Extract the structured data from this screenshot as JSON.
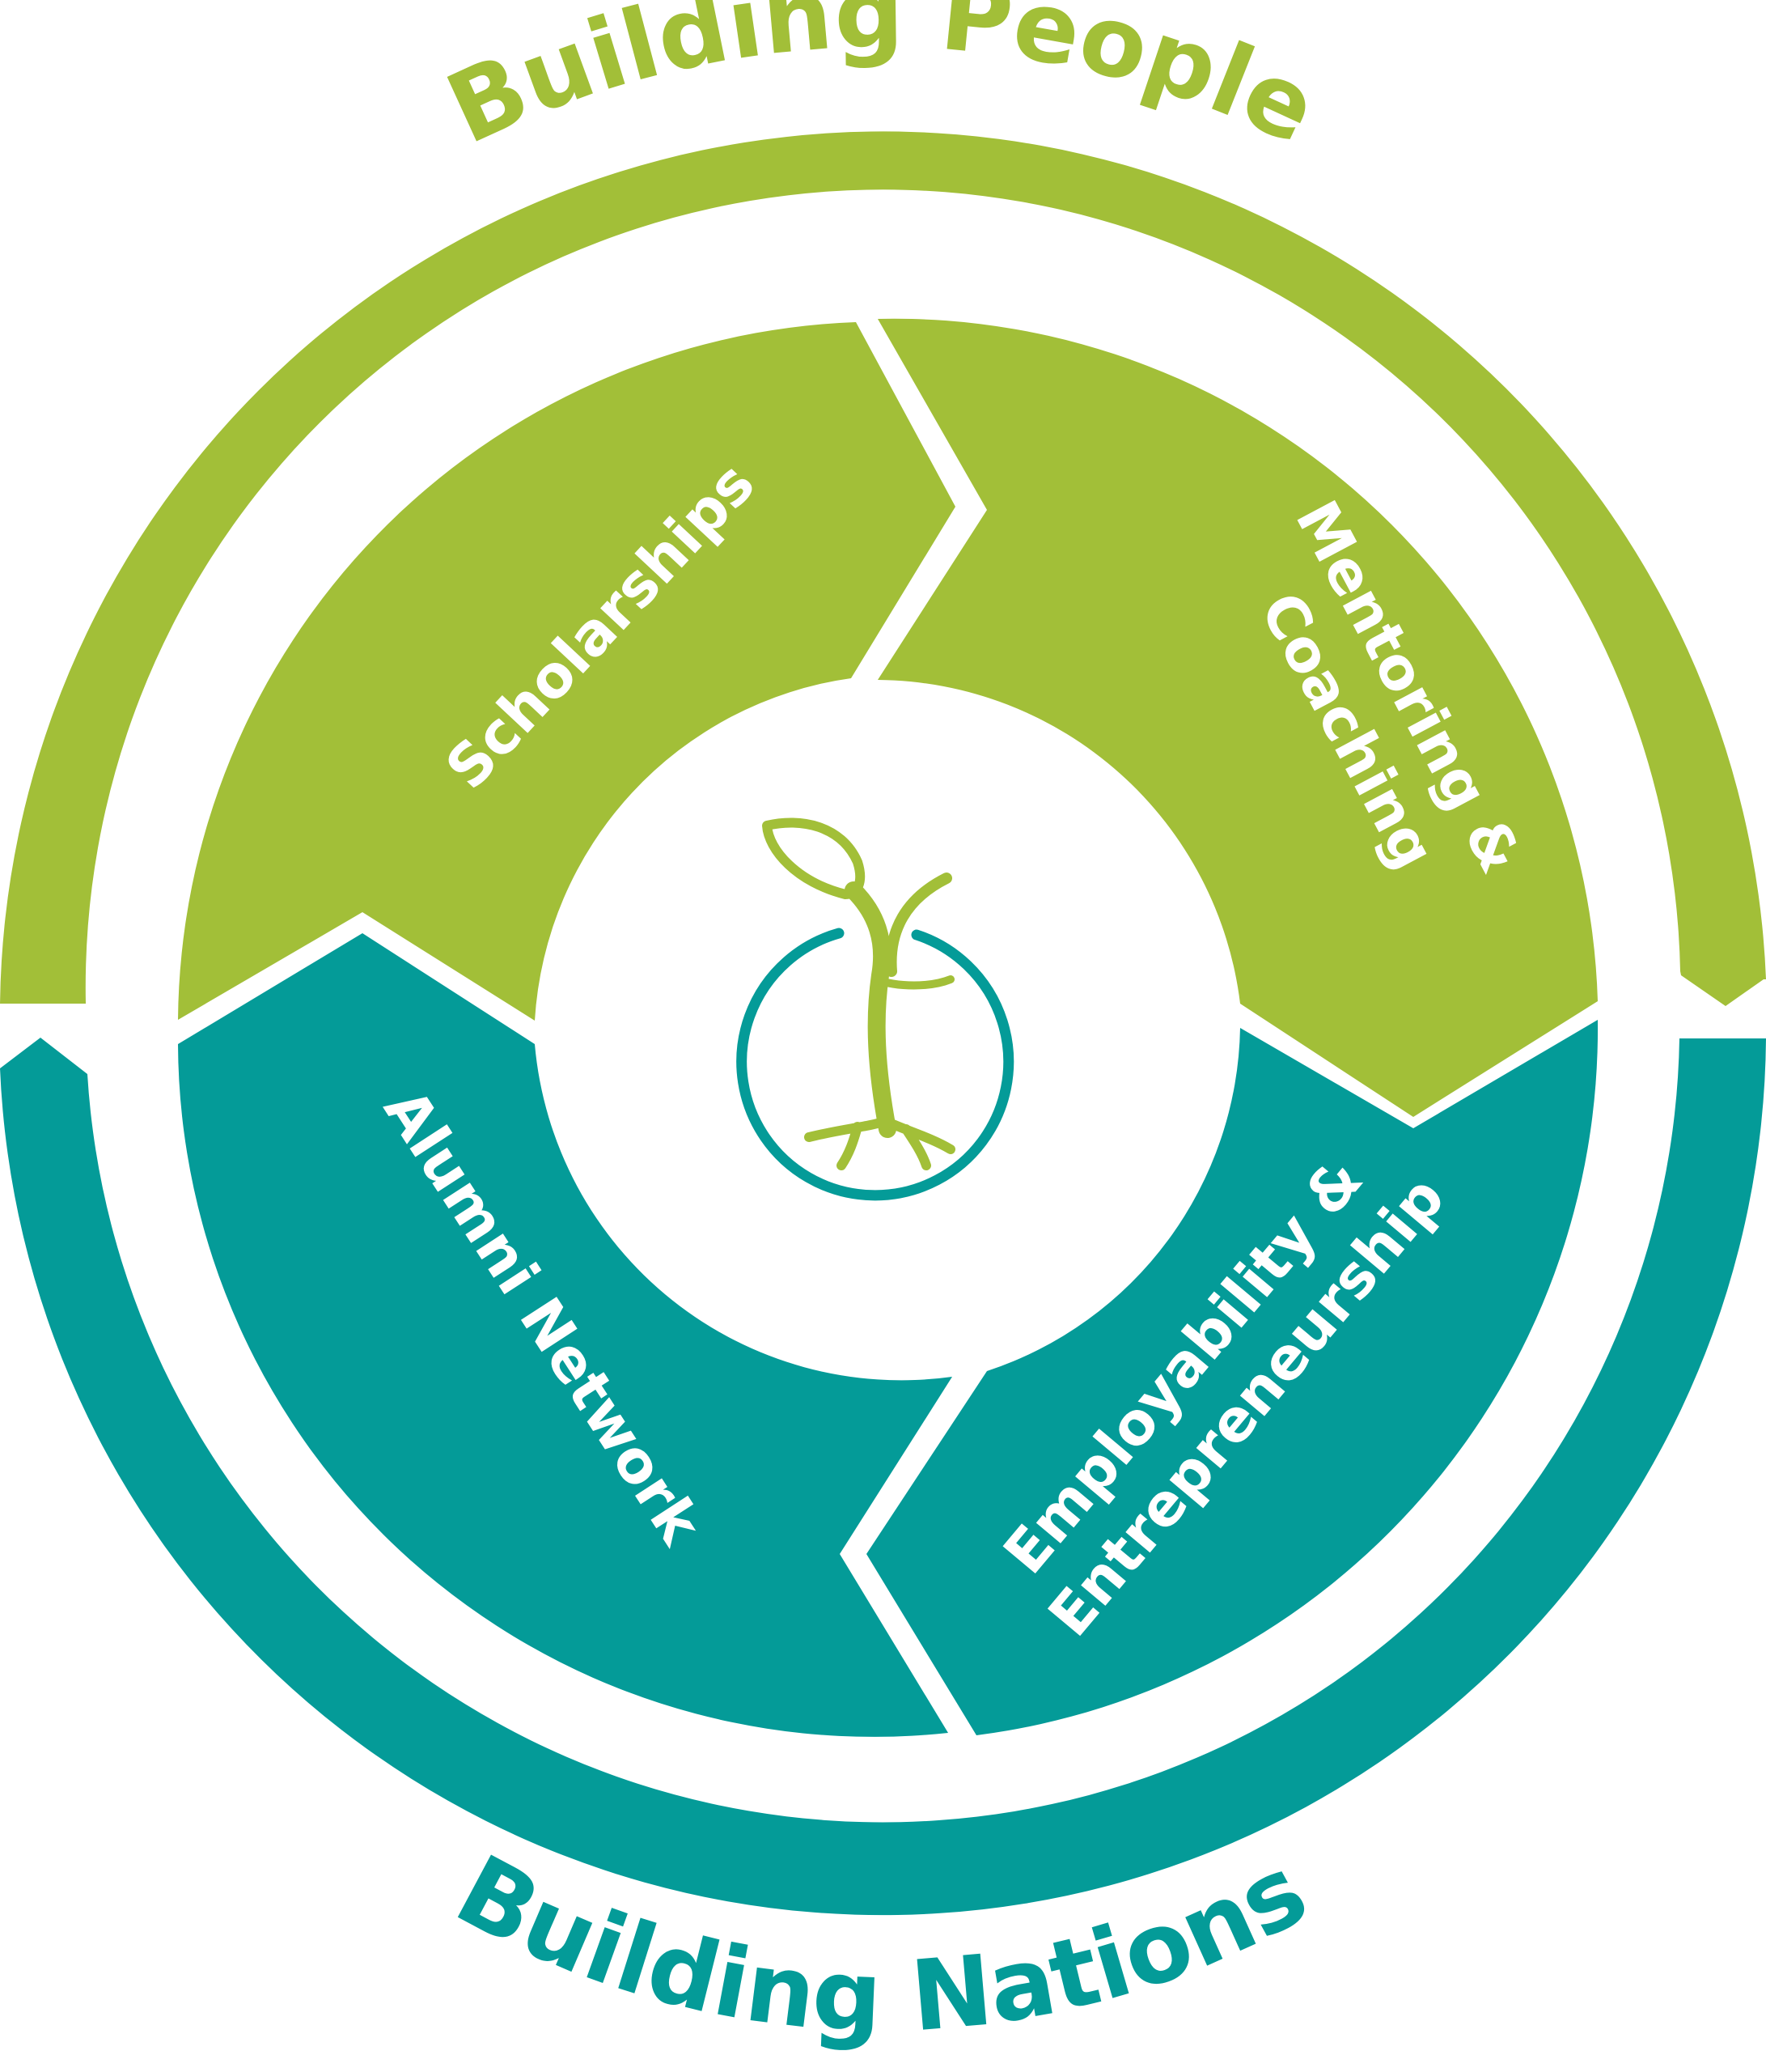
{
  "colors": {
    "green": "#a2bf38",
    "teal": "#049b98",
    "white": "#ffffff"
  },
  "outer_arcs": {
    "top": {
      "label": "Building People",
      "color": "#a2bf38"
    },
    "bottom": {
      "label": "Building Nations",
      "color": "#049b98"
    }
  },
  "segments": [
    {
      "id": "scholarships",
      "lines": [
        "Scholarships"
      ],
      "color": "#a2bf38"
    },
    {
      "id": "mentoring",
      "lines": [
        "Mentoring &",
        "Coaching"
      ],
      "color": "#a2bf38"
    },
    {
      "id": "alumni",
      "lines": [
        "Alumni Network"
      ],
      "color": "#049b98"
    },
    {
      "id": "employability",
      "lines": [
        "Employability &",
        "Entrepreneurship"
      ],
      "color": "#049b98"
    }
  ],
  "center_logo": {
    "icon": "seedling-in-circle-icon",
    "leaf_color": "#a2bf38",
    "ring_color": "#049b98"
  }
}
